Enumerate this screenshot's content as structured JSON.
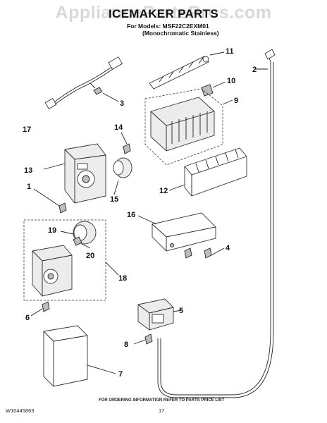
{
  "watermark": "AppliancePartsPros.com",
  "title": "ICEMAKER PARTS",
  "models_line1": "For Models: MSF22C2EXM01",
  "models_line2": "(Monochromatic Stainless)",
  "footer_note": "FOR ORDERING INFORMATION REFER TO PARTS PRICE LIST",
  "doc_number": "W10445863",
  "page_number": "17",
  "callouts": {
    "c1": "1",
    "c2": "2",
    "c3": "3",
    "c4": "4",
    "c5": "5",
    "c6": "6",
    "c7": "7",
    "c8": "8",
    "c9": "9",
    "c10": "10",
    "c11": "11",
    "c12": "12",
    "c13": "13",
    "c14": "14",
    "c15": "15",
    "c16": "16",
    "c17": "17",
    "c18": "18",
    "c19": "19",
    "c20": "20"
  }
}
